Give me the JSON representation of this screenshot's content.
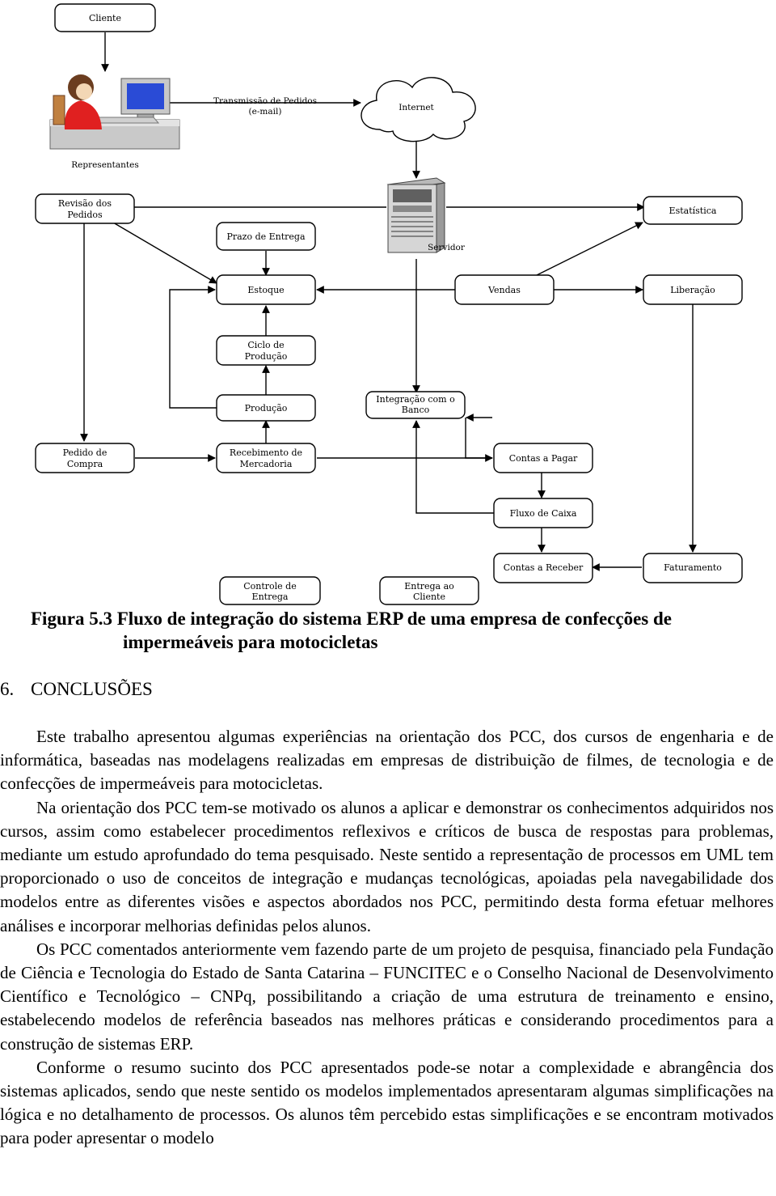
{
  "diagram": {
    "nodes": {
      "cliente": "Cliente",
      "representantes": "Representantes",
      "transmissao_line1": "Transmissão de Pedidos",
      "transmissao_line2": "(e-mail)",
      "internet": "Internet",
      "servidor": "Servidor",
      "revisao_line1": "Revisão dos",
      "revisao_line2": "Pedidos",
      "prazo": "Prazo de Entrega",
      "estatistica": "Estatística",
      "estoque": "Estoque",
      "vendas": "Vendas",
      "liberacao": "Liberação",
      "ciclo_line1": "Ciclo de",
      "ciclo_line2": "Produção",
      "producao": "Produção",
      "integracao_line1": "Integração com o",
      "integracao_line2": "Banco",
      "pedido_line1": "Pedido de",
      "pedido_line2": "Compra",
      "recebimento_line1": "Recebimento de",
      "recebimento_line2": "Mercadoria",
      "contas_pagar": "Contas a Pagar",
      "fluxo_caixa": "Fluxo de Caixa",
      "contas_receber": "Contas a Receber",
      "faturamento": "Faturamento",
      "controle_line1": "Controle de",
      "controle_line2": "Entrega",
      "entrega_line1": "Entrega ao",
      "entrega_line2": "Cliente"
    },
    "icons": [
      "person-at-computer-icon",
      "cloud-icon",
      "server-icon"
    ]
  },
  "caption": {
    "line1": "Figura 5.3 Fluxo de integração do sistema ERP de uma empresa de confecções de",
    "line2": "impermeáveis para motocicletas"
  },
  "section": {
    "number": "6.",
    "title": "CONCLUSÕES"
  },
  "paragraphs": [
    "Este trabalho apresentou algumas experiências na orientação dos PCC, dos cursos de engenharia e de informática, baseadas nas modelagens realizadas em empresas de distribuição de filmes, de tecnologia e de confecções de impermeáveis para motocicletas.",
    "Na orientação dos PCC tem-se motivado os alunos a aplicar e demonstrar os conhecimentos adquiridos nos cursos, assim como estabelecer procedimentos reflexivos e críticos de busca de respostas para problemas, mediante um estudo aprofundado do tema pesquisado. Neste sentido a representação de processos em UML tem proporcionado o uso de conceitos de integração e mudanças tecnológicas, apoiadas pela navegabilidade dos modelos entre as diferentes visões e aspectos abordados nos PCC, permitindo desta forma efetuar melhores análises e incorporar melhorias definidas pelos alunos.",
    "Os PCC comentados anteriormente vem fazendo parte de um projeto de pesquisa, financiado pela Fundação de Ciência e Tecnologia do Estado de Santa Catarina – FUNCITEC e o Conselho Nacional de Desenvolvimento Científico e Tecnológico – CNPq, possibilitando a criação de uma estrutura de treinamento e ensino, estabelecendo modelos de referência baseados nas melhores práticas e considerando procedimentos para a construção de sistemas ERP.",
    "Conforme o resumo sucinto dos PCC apresentados pode-se notar a complexidade e abrangência dos sistemas aplicados, sendo que neste sentido os modelos implementados apresentaram algumas simplificações na lógica e no detalhamento de processos. Os alunos têm percebido estas simplificações e se encontram motivados para poder apresentar o modelo"
  ]
}
